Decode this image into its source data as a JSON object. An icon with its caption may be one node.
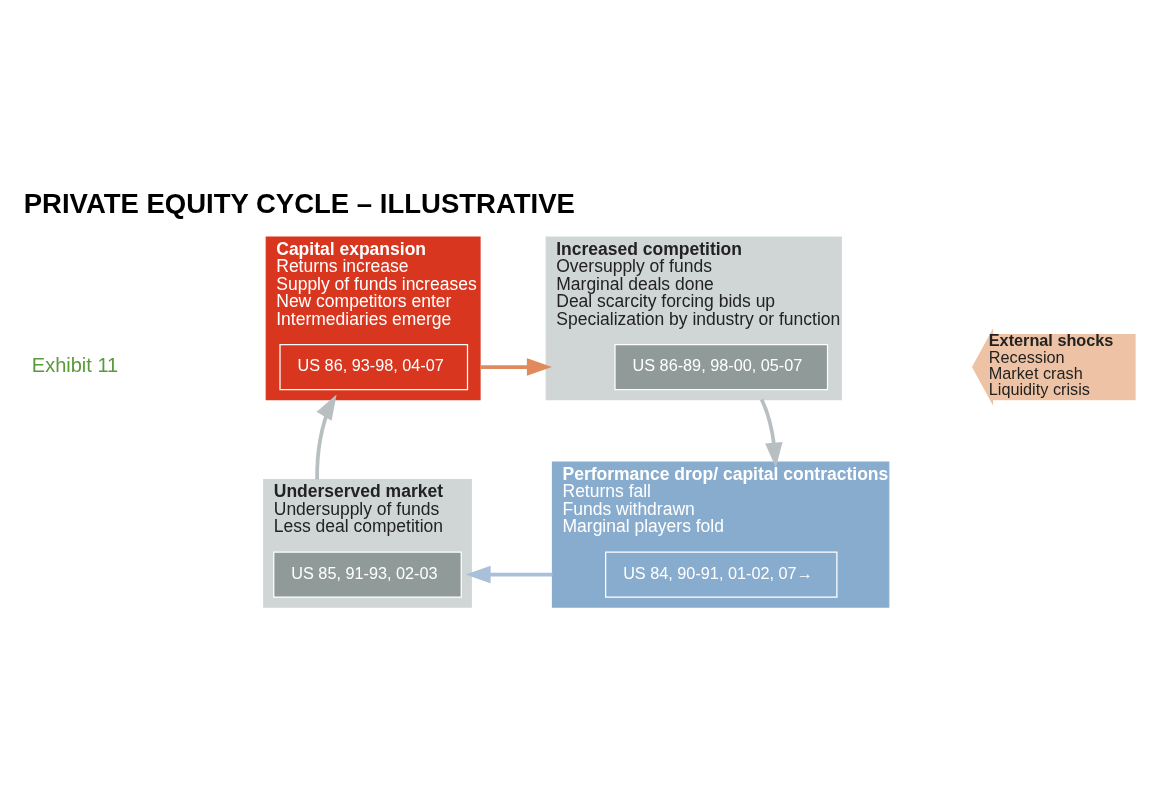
{
  "diagram": {
    "title": "PRIVATE EQUITY CYCLE – ILLUSTRATIVE",
    "nodes": [
      {
        "text": [
          "Capital expansion",
          "Returns increase",
          "Supply of funds increases",
          "New competitors enter",
          "Intermediaries emerge"
        ]
      },
      {
        "text": [
          "US 86, 93-98, 04-07"
        ],
        "in": 0
      },
      {
        "text": [
          "Increased competition",
          "Oversupply of funds",
          "Marginal deals done",
          "Deal scarcity forcing bids up",
          "Specialization by industry or function"
        ]
      },
      {
        "text": [
          "US 86-89, 98-00, 05-07"
        ],
        "in": 2
      },
      {
        "text": [
          "External shocks",
          "Recession",
          "Market crash",
          "Liquidity crisis"
        ]
      },
      {
        "text": [
          "Underserved market",
          "Undersupply of funds",
          "Less deal competition"
        ]
      },
      {
        "text": [
          "US 85, 91-93, 02-03"
        ],
        "in": 5
      },
      {
        "text": [
          "Performance drop/ capital contractions",
          "Returns fall",
          "Funds withdrawn",
          "Marginal players fold"
        ]
      },
      {
        "text": [
          "US 84, 90-91, 01-02, 07→"
        ],
        "in": 7
      }
    ],
    "edges": [
      {
        "from": 0,
        "to": 2,
        "arrow": "to",
        "color": "#e08a5e"
      },
      {
        "from": 2,
        "to": 7,
        "arrow": "to"
      },
      {
        "from": 7,
        "to": 5,
        "arrow": "to",
        "color": "#a9c0da"
      },
      {
        "from": 5,
        "to": 0,
        "arrow": "to"
      }
    ],
    "labels": [
      "Exhibit 11"
    ]
  }
}
